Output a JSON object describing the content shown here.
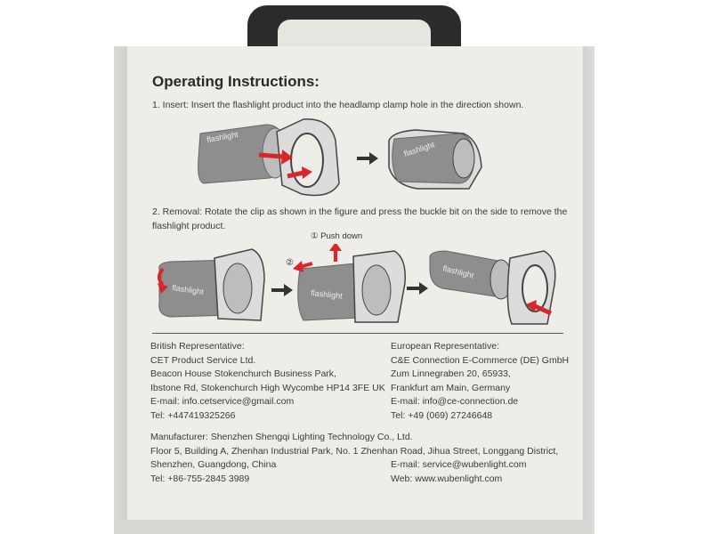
{
  "heading": "Operating Instructions:",
  "steps": {
    "insert": "1. Insert: Insert the flashlight product into the headlamp clamp hole in the direction shown.",
    "removal": "2. Removal: Rotate the clip as shown in the figure and press the buckle bit on the side to remove the flashlight product."
  },
  "figure_labels": {
    "flashlight": "flashlight",
    "push_down": "① Push down",
    "step_two": "②"
  },
  "british": {
    "title": "British Representative:",
    "company": "CET Product Service Ltd.",
    "address1": "Beacon House Stokenchurch Business Park,",
    "address2": "Ibstone Rd, Stokenchurch High Wycombe HP14 3FE UK",
    "email": "E-mail: info.cetservice@gmail.com",
    "tel": "Tel: +447419325266"
  },
  "european": {
    "title": "European Representative:",
    "company": "C&E Connection E-Commerce (DE) GmbH",
    "address1": "Zum Linnegraben 20, 65933,",
    "address2": "Frankfurt am Main, Germany",
    "email": "E-mail: info@ce-connection.de",
    "tel": "Tel: +49 (069) 27246648"
  },
  "manufacturer": {
    "line1": "Manufacturer: Shenzhen Shengqi Lighting Technology Co., Ltd.",
    "line2": "Floor 5, Building A, Zhenhan Industrial Park, No. 1 Zhenhan Road, Jihua Street, Longgang District,",
    "line3": "Shenzhen, Guangdong, China",
    "tel": "Tel: +86-755-2845 3989",
    "email": "E-mail: service@wubenlight.com",
    "web": "Web: www.wubenlight.com"
  },
  "colors": {
    "panel": "#eeede8",
    "arrow_red": "#d8262b",
    "device_gray": "#8e8e8e",
    "strap": "#2b2b2b"
  }
}
